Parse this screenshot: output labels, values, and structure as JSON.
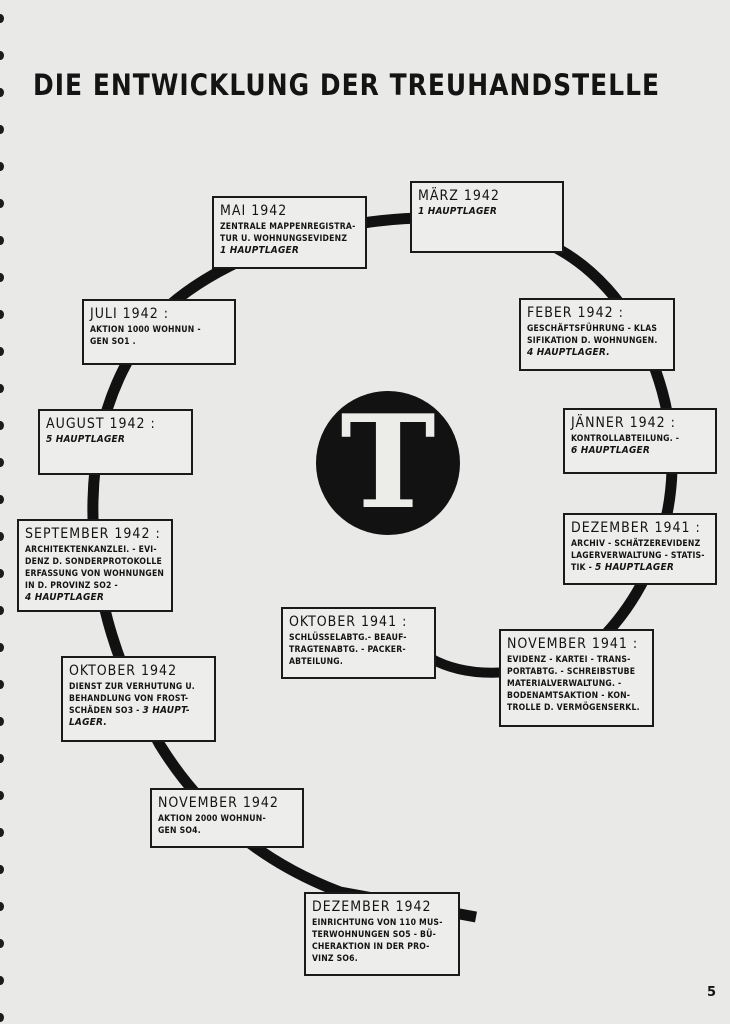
{
  "title": "DIE ENTWICKLUNG DER TREUHANDSTELLE",
  "logo_letter": "T",
  "page_number": "5",
  "entries": [
    {
      "id": "mai-1942",
      "head": "MAI 1942",
      "lines": [
        {
          "t": "ZENTRALE MAPPENREGISTRA-"
        },
        {
          "t": "TUR U. WOHNUNGSEVIDENZ"
        },
        {
          "i": "1 HAUPTLAGER"
        }
      ]
    },
    {
      "id": "maerz-1942",
      "head": "MÄRZ 1942",
      "lines": [
        {
          "i": "1 HAUPTLAGER"
        }
      ]
    },
    {
      "id": "feber-1942",
      "head": "FEBER 1942 :",
      "lines": [
        {
          "t": "GESCHÄFTSFÜHRUNG - KLAS"
        },
        {
          "t": "SIFIKATION D. WOHNUNGEN."
        },
        {
          "i": "4 HAUPTLAGER."
        }
      ]
    },
    {
      "id": "juli-1942",
      "head": "JULI 1942 :",
      "lines": [
        {
          "t": "AKTION 1000 WOHNUN -"
        },
        {
          "t": "GEN SO1 ."
        }
      ]
    },
    {
      "id": "jaenner-1942",
      "head": "JÄNNER 1942 :",
      "lines": [
        {
          "t": "KONTROLLABTEILUNG. -"
        },
        {
          "i": "6 HAUPTLAGER"
        }
      ]
    },
    {
      "id": "august-1942",
      "head": "AUGUST 1942 :",
      "lines": [
        {
          "i": "5 HAUPTLAGER"
        }
      ]
    },
    {
      "id": "dezember-1941",
      "head": "DEZEMBER 1941 :",
      "lines": [
        {
          "t": "ARCHIV - SCHÄTZEREVIDENZ"
        },
        {
          "t": "LAGERVERWALTUNG - STATIS-"
        },
        {
          "t": "TIK - ",
          "i": "5 HAUPTLAGER"
        }
      ]
    },
    {
      "id": "september-1942",
      "head": "SEPTEMBER 1942 :",
      "lines": [
        {
          "t": "ARCHITEKTENKANZLEI. - EVI-"
        },
        {
          "t": "DENZ D. SONDERPROTOKOLLE"
        },
        {
          "t": "ERFASSUNG VON WOHNUNGEN"
        },
        {
          "t": "IN D. PROVINZ SO2 -"
        },
        {
          "i": "4 HAUPTLAGER"
        }
      ]
    },
    {
      "id": "oktober-1941",
      "head": "OKTOBER 1941 :",
      "lines": [
        {
          "t": "SCHLÜSSELABTG.- BEAUF-"
        },
        {
          "t": "TRAGTENABTG. - PACKER-"
        },
        {
          "t": "ABTEILUNG."
        }
      ]
    },
    {
      "id": "november-1941",
      "head": "NOVEMBER 1941 :",
      "lines": [
        {
          "t": "EVIDENZ - KARTEI - TRANS-"
        },
        {
          "t": "PORTABTG. - SCHREIBSTUBE"
        },
        {
          "t": "MATERIALVERWALTUNG. -"
        },
        {
          "t": "BODENAMTSAKTION - KON-"
        },
        {
          "t": "TROLLE D. VERMÖGENSERKL."
        }
      ]
    },
    {
      "id": "oktober-1942",
      "head": "OKTOBER 1942",
      "lines": [
        {
          "t": "DIENST ZUR VERHUTUNG U."
        },
        {
          "t": "BEHANDLUNG VON FROST-"
        },
        {
          "t": "SCHÄDEN SO3 - ",
          "i": "3 HAUPT-"
        },
        {
          "i": "LAGER."
        }
      ]
    },
    {
      "id": "november-1942",
      "head": "NOVEMBER 1942",
      "lines": [
        {
          "t": "AKTION 2000 WOHNUN-"
        },
        {
          "t": "GEN SO4."
        }
      ]
    },
    {
      "id": "dezember-1942",
      "head": "DEZEMBER 1942",
      "lines": [
        {
          "t": "EINRICHTUNG VON 110 MUS-"
        },
        {
          "t": "TERWOHNUNGEN SO5 - BÜ-"
        },
        {
          "t": "CHERAKTION IN DER PRO-"
        },
        {
          "t": "VINZ SO6."
        }
      ]
    }
  ]
}
